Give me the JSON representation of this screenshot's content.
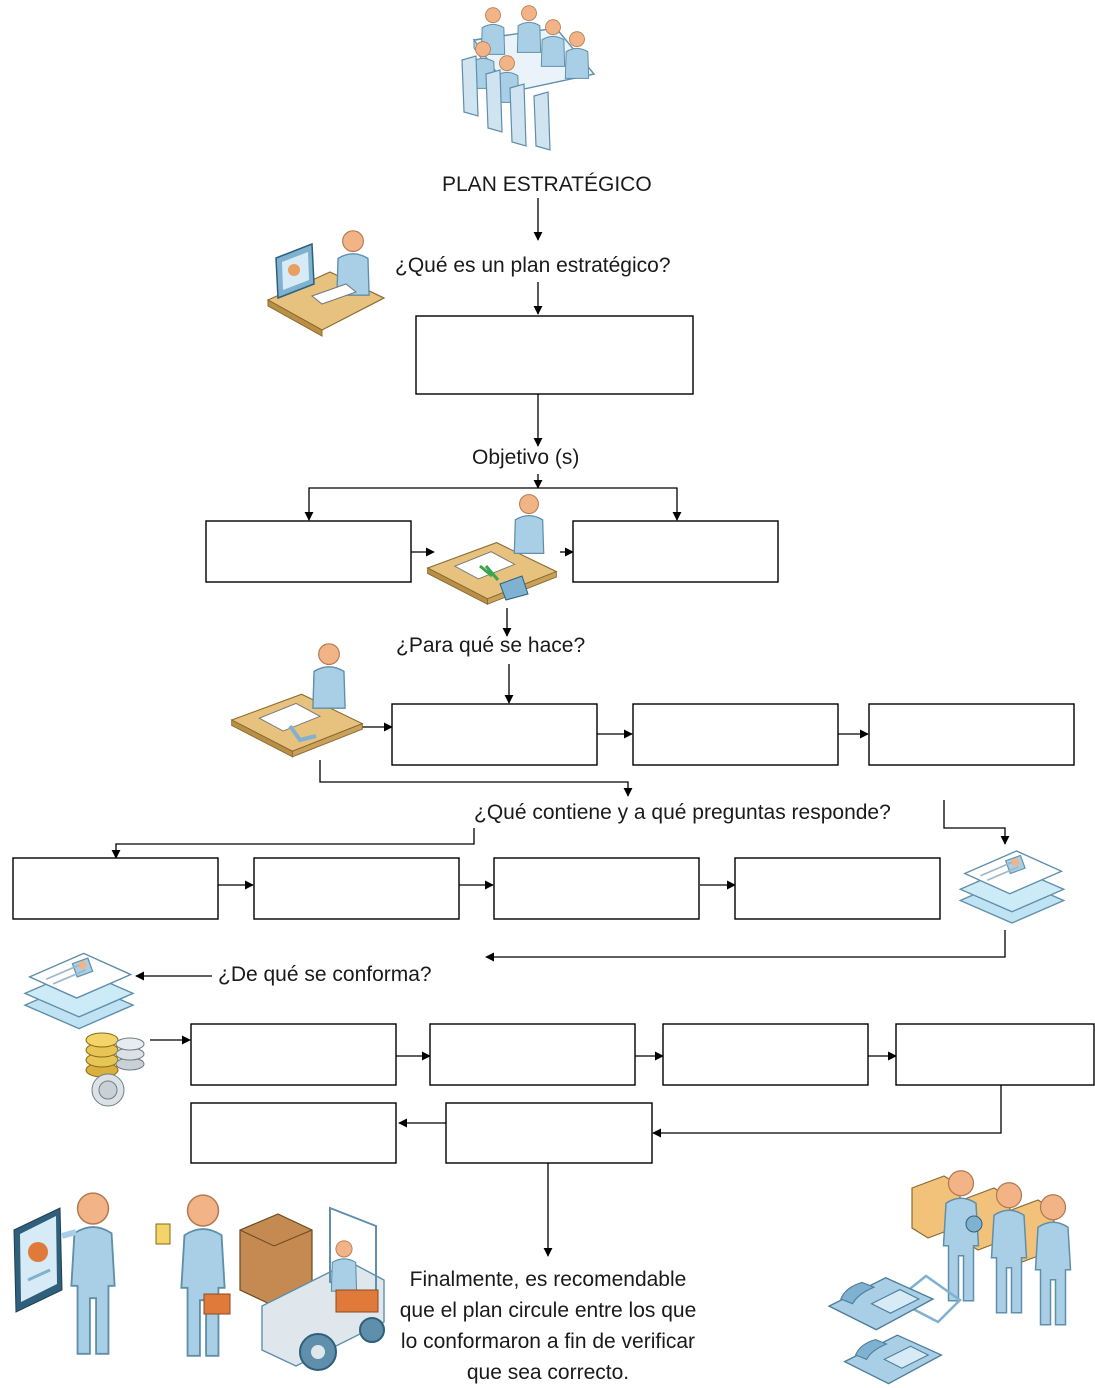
{
  "labels": {
    "plan_estrategico": "PLAN ESTRATÉGICO",
    "que_es": "¿Qué es un plan estratégico?",
    "objetivos": "Objetivo (s)",
    "para_que": "¿Para qué se hace?",
    "que_contiene": "¿Qué contiene y a qué  preguntas  responde?",
    "de_que_se_conforma": "¿De qué se conforma?"
  },
  "final_note": "Finalmente, es recomendable que el plan circule entre los que lo conformaron a fin de verificar que sea correcto.",
  "icons": [
    "meeting-table-icon",
    "designer-at-desk-icon",
    "accountant-at-desk-icon",
    "writer-at-desk-icon",
    "documents-stack-icon",
    "documents-coins-icon",
    "presenter-icon",
    "worker-forklift-icon",
    "phones-team-icon"
  ],
  "colors": {
    "figure_blue": "#a9cfe6",
    "skin": "#f2b487",
    "desk_wood": "#d9b36c",
    "line": "#000000"
  }
}
